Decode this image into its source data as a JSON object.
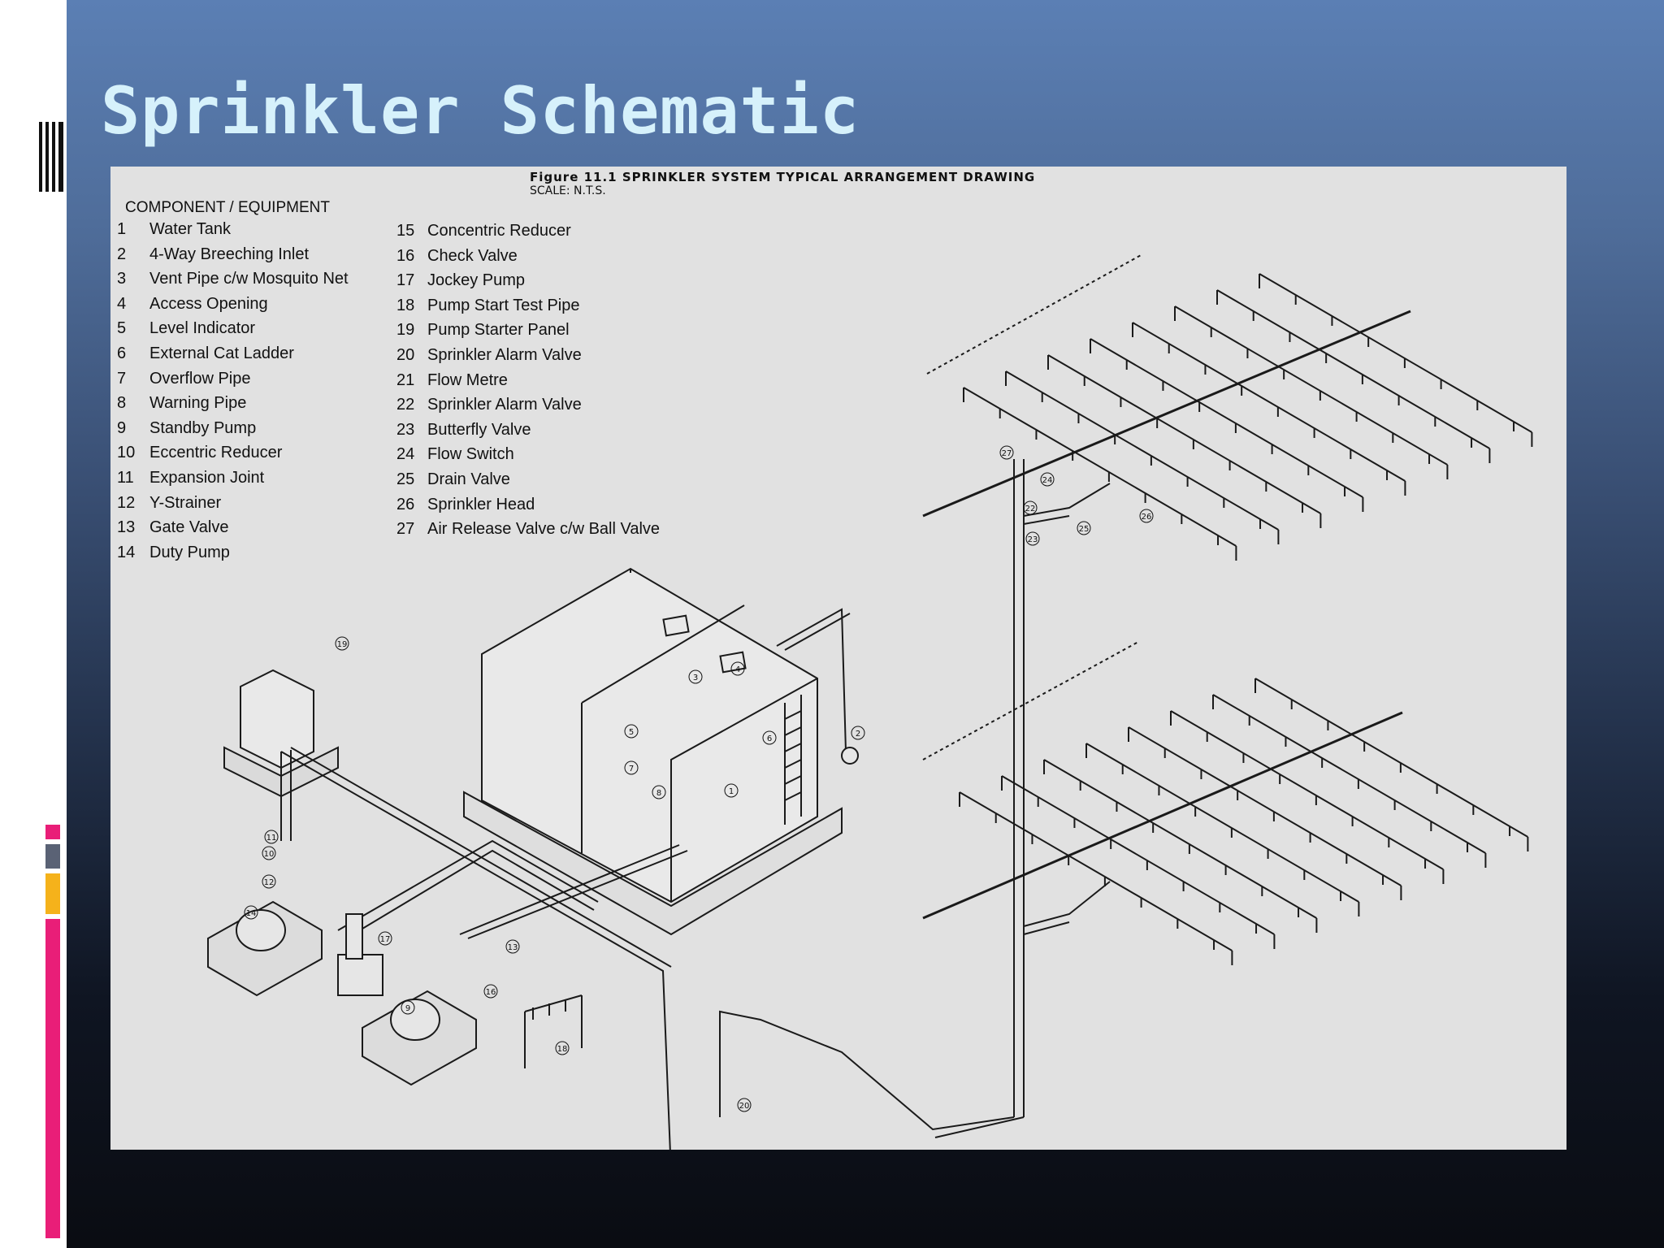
{
  "slide": {
    "title": "Sprinkler Schematic",
    "accent_colors": [
      "#e91e78",
      "#5a6275",
      "#f5b21b",
      "#e91e78"
    ]
  },
  "figure": {
    "title": "Figure 11.1   SPRINKLER SYSTEM TYPICAL ARRANGEMENT DRAWING",
    "scale": "SCALE: N.T.S.",
    "legend_heading": "COMPONENT / EQUIPMENT",
    "components_col1": [
      {
        "num": "1",
        "label": "Water Tank"
      },
      {
        "num": "2",
        "label": "4-Way Breeching Inlet"
      },
      {
        "num": "3",
        "label": "Vent Pipe c/w Mosquito Net"
      },
      {
        "num": "4",
        "label": "Access Opening"
      },
      {
        "num": "5",
        "label": "Level Indicator"
      },
      {
        "num": "6",
        "label": "External Cat Ladder"
      },
      {
        "num": "7",
        "label": "Overflow Pipe"
      },
      {
        "num": "8",
        "label": "Warning Pipe"
      },
      {
        "num": "9",
        "label": "Standby Pump"
      },
      {
        "num": "10",
        "label": "Eccentric Reducer"
      },
      {
        "num": "11",
        "label": "Expansion Joint"
      },
      {
        "num": "12",
        "label": "Y-Strainer"
      },
      {
        "num": "13",
        "label": "Gate Valve"
      },
      {
        "num": "14",
        "label": "Duty Pump"
      }
    ],
    "components_col2": [
      {
        "num": "15",
        "label": "Concentric Reducer"
      },
      {
        "num": "16",
        "label": "Check Valve"
      },
      {
        "num": "17",
        "label": "Jockey Pump"
      },
      {
        "num": "18",
        "label": "Pump Start Test Pipe"
      },
      {
        "num": "19",
        "label": "Pump Starter Panel"
      },
      {
        "num": "20",
        "label": "Sprinkler Alarm Valve"
      },
      {
        "num": "21",
        "label": "Flow Metre"
      },
      {
        "num": "22",
        "label": "Sprinkler Alarm Valve"
      },
      {
        "num": "23",
        "label": "Butterfly Valve"
      },
      {
        "num": "24",
        "label": "Flow Switch"
      },
      {
        "num": "25",
        "label": "Drain Valve"
      },
      {
        "num": "26",
        "label": "Sprinkler Head"
      },
      {
        "num": "27",
        "label": "Air Release Valve c/w Ball Valve"
      }
    ],
    "callouts": {
      "c1": "1",
      "c2": "2",
      "c3": "3",
      "c4": "4",
      "c5": "5",
      "c6": "6",
      "c7": "7",
      "c8": "8",
      "c9": "9",
      "c10": "10",
      "c11": "11",
      "c12": "12",
      "c13": "13",
      "c14": "14",
      "c16": "16",
      "c17": "17",
      "c18": "18",
      "c19": "19",
      "c20": "20",
      "c22": "22",
      "c23": "23",
      "c24": "24",
      "c25": "25",
      "c26": "26",
      "c27": "27"
    }
  }
}
